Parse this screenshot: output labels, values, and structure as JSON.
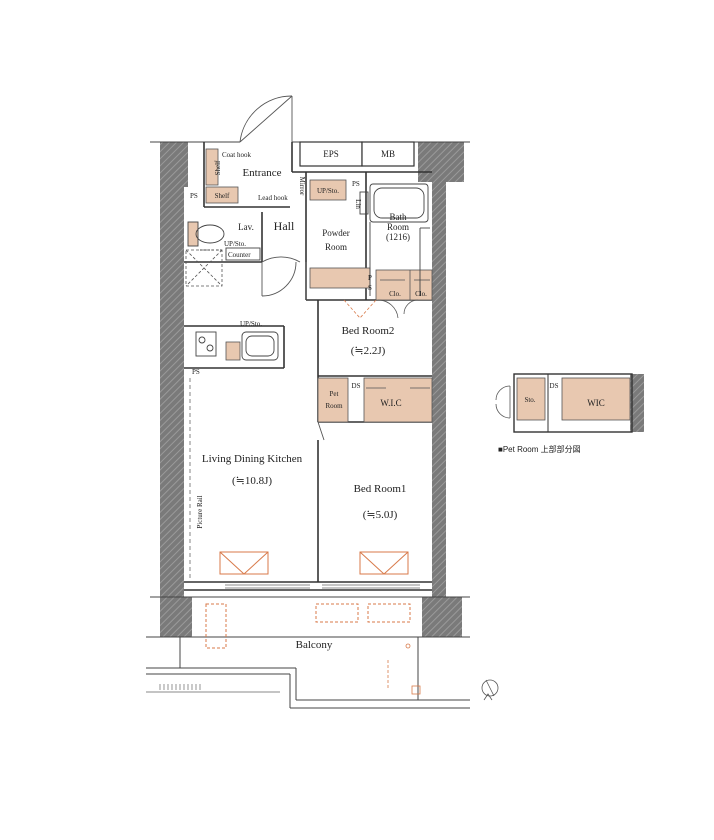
{
  "rooms": {
    "entrance": "Entrance",
    "hall": "Hall",
    "lav": "Lav.",
    "powder_room_1": "Powder",
    "powder_room_2": "Room",
    "bath_1": "Bath",
    "bath_2": "Room",
    "bath_3": "(1216)",
    "bedroom2": "Bed Room2",
    "bedroom2_size": "(≒2.2J)",
    "ldk": "Living Dining Kitchen",
    "ldk_size": "(≒10.8J)",
    "bedroom1": "Bed Room1",
    "bedroom1_size": "(≒5.0J)",
    "balcony": "Balcony",
    "pet_room_1": "Pet",
    "pet_room_2": "Room",
    "wic": "W.I.C"
  },
  "labels": {
    "eps": "EPS",
    "mb": "MB",
    "shelf_v": "Shelf",
    "shelf_h": "Shelf",
    "coat_hook": "Coat hook",
    "lead_hook": "Lead hook",
    "ps_entrance": "PS",
    "ps_bath": "PS",
    "ps_kitchen": "PS",
    "ps_vert_1": "P",
    "ps_vert_2": "S",
    "mirror": "Mirror",
    "up_sto_powder": "UP/Sto.",
    "up_sto_lav": "UP/Sto.",
    "up_sto_kitchen": "UP/Sto.",
    "counter": "Counter",
    "lin": "Lin",
    "clo1": "Clo.",
    "clo2": "Clo.",
    "ds_wic": "DS",
    "picture_rail": "Picture Rail"
  },
  "inset": {
    "ds": "DS",
    "sto": "Sto.",
    "wic": "WIC",
    "caption": "■Pet Room 上部部分図"
  },
  "colors": {
    "wall": "#555555",
    "storage": "#e8c8b0",
    "accent": "#d87a4a"
  }
}
